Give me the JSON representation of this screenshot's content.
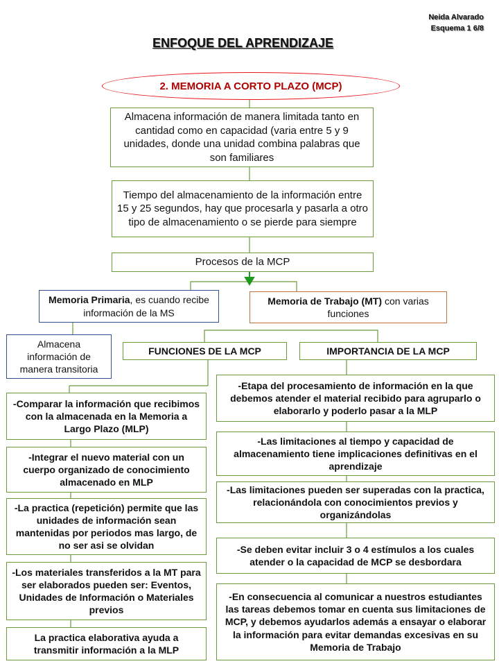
{
  "author": {
    "name": "Neida Alvarado",
    "scheme": "Esquema 1 6/8"
  },
  "title": "ENFOQUE DEL APRENDIZAJE",
  "root": "2. MEMORIA A CORTO PLAZO (MCP)",
  "definition": "Almacena información de manera limitada tanto en cantidad como en capacidad (varia entre 5 y 9 unidades, donde una unidad combina palabras que son familiares",
  "storage_time": "Tiempo del almacenamiento de la información entre 15 y 25 segundos, hay que procesarla  y pasarla a otro tipo de almacenamiento o se pierde para siempre",
  "processes": "Procesos de la  MCP",
  "primary_memory": {
    "term": "Memoria Primaria",
    "rest": ", es cuando recibe información de la MS"
  },
  "working_memory": {
    "term": "Memoria de Trabajo (MT)",
    "rest": " con varias funciones"
  },
  "transient": "Almacena información de manera transitoria",
  "functions_header": "FUNCIONES DE LA MCP",
  "importance_header": "IMPORTANCIA DE LA MCP",
  "functions": [
    "-Comparar la información que recibimos con la almacenada en la Memoria a Largo Plazo (MLP)",
    "-Integrar el nuevo material con un cuerpo organizado de conocimiento almacenado en MLP",
    "-La practica (repetición) permite que las unidades de información sean mantenidas por periodos mas largo, de no ser asi se olvidan",
    "-Los materiales transferidos a la MT para ser elaborados pueden ser: Eventos, Unidades de Información o Materiales previos",
    "La practica elaborativa ayuda a transmitir información a la MLP"
  ],
  "importance": [
    "-Etapa del procesamiento de información en la que debemos atender el material recibido para agruparlo o elaborarlo y poderlo pasar a la MLP",
    "-Las limitaciones al tiempo y capacidad de almacenamiento tiene implicaciones definitivas en el aprendizaje",
    "-Las limitaciones pueden ser superadas con la practica, relacionándola con conocimientos previos y organizándolas",
    "-Se deben evitar incluir 3 o 4 estímulos a los cuales atender o la capacidad de MCP se desbordara",
    "-En consecuencia al comunicar a nuestros estudiantes las tareas debemos tomar en cuenta sus limitaciones de MCP, y debemos ayudarlos además a ensayar o elaborar la información para evitar demandas excesivas en su Memoria de Trabajo"
  ],
  "colors": {
    "line": "#6a9a3a",
    "oval": "#e8151b",
    "arrow": "#1f9a1f",
    "blue_border": "#2f4f8f",
    "orange_border": "#c0703a"
  }
}
